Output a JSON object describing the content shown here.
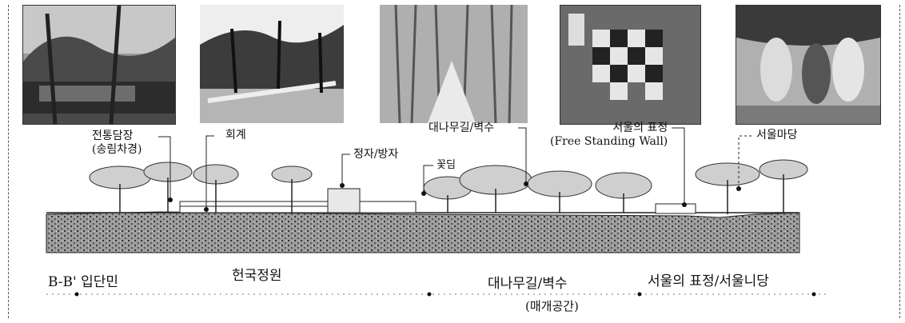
{
  "photos": [
    {
      "name": "photo-traditional-wall"
    },
    {
      "name": "photo-hoegye"
    },
    {
      "name": "photo-bamboo-path"
    },
    {
      "name": "photo-free-standing-wall"
    },
    {
      "name": "photo-seoul-madang"
    }
  ],
  "labels": {
    "traditional_wall_1": "전통담장",
    "traditional_wall_2": "(송림차경)",
    "hoegye": "회계",
    "pavilion": "정자/방자",
    "flower_bed": "꽃딤",
    "bamboo_path": "대나무길/벽수",
    "seoul_expression": "서울의 표정",
    "free_standing_wall": "(Free Standing Wall)",
    "seoul_madang": "서울마당"
  },
  "captions": {
    "section_id": "B-B' 입단민",
    "korean_garden": "헌국정원",
    "bamboo_path": "대나무길/벽수",
    "bamboo_sub": "(매개공간)",
    "seoul_expression": "서울의 표정/서울니당"
  }
}
